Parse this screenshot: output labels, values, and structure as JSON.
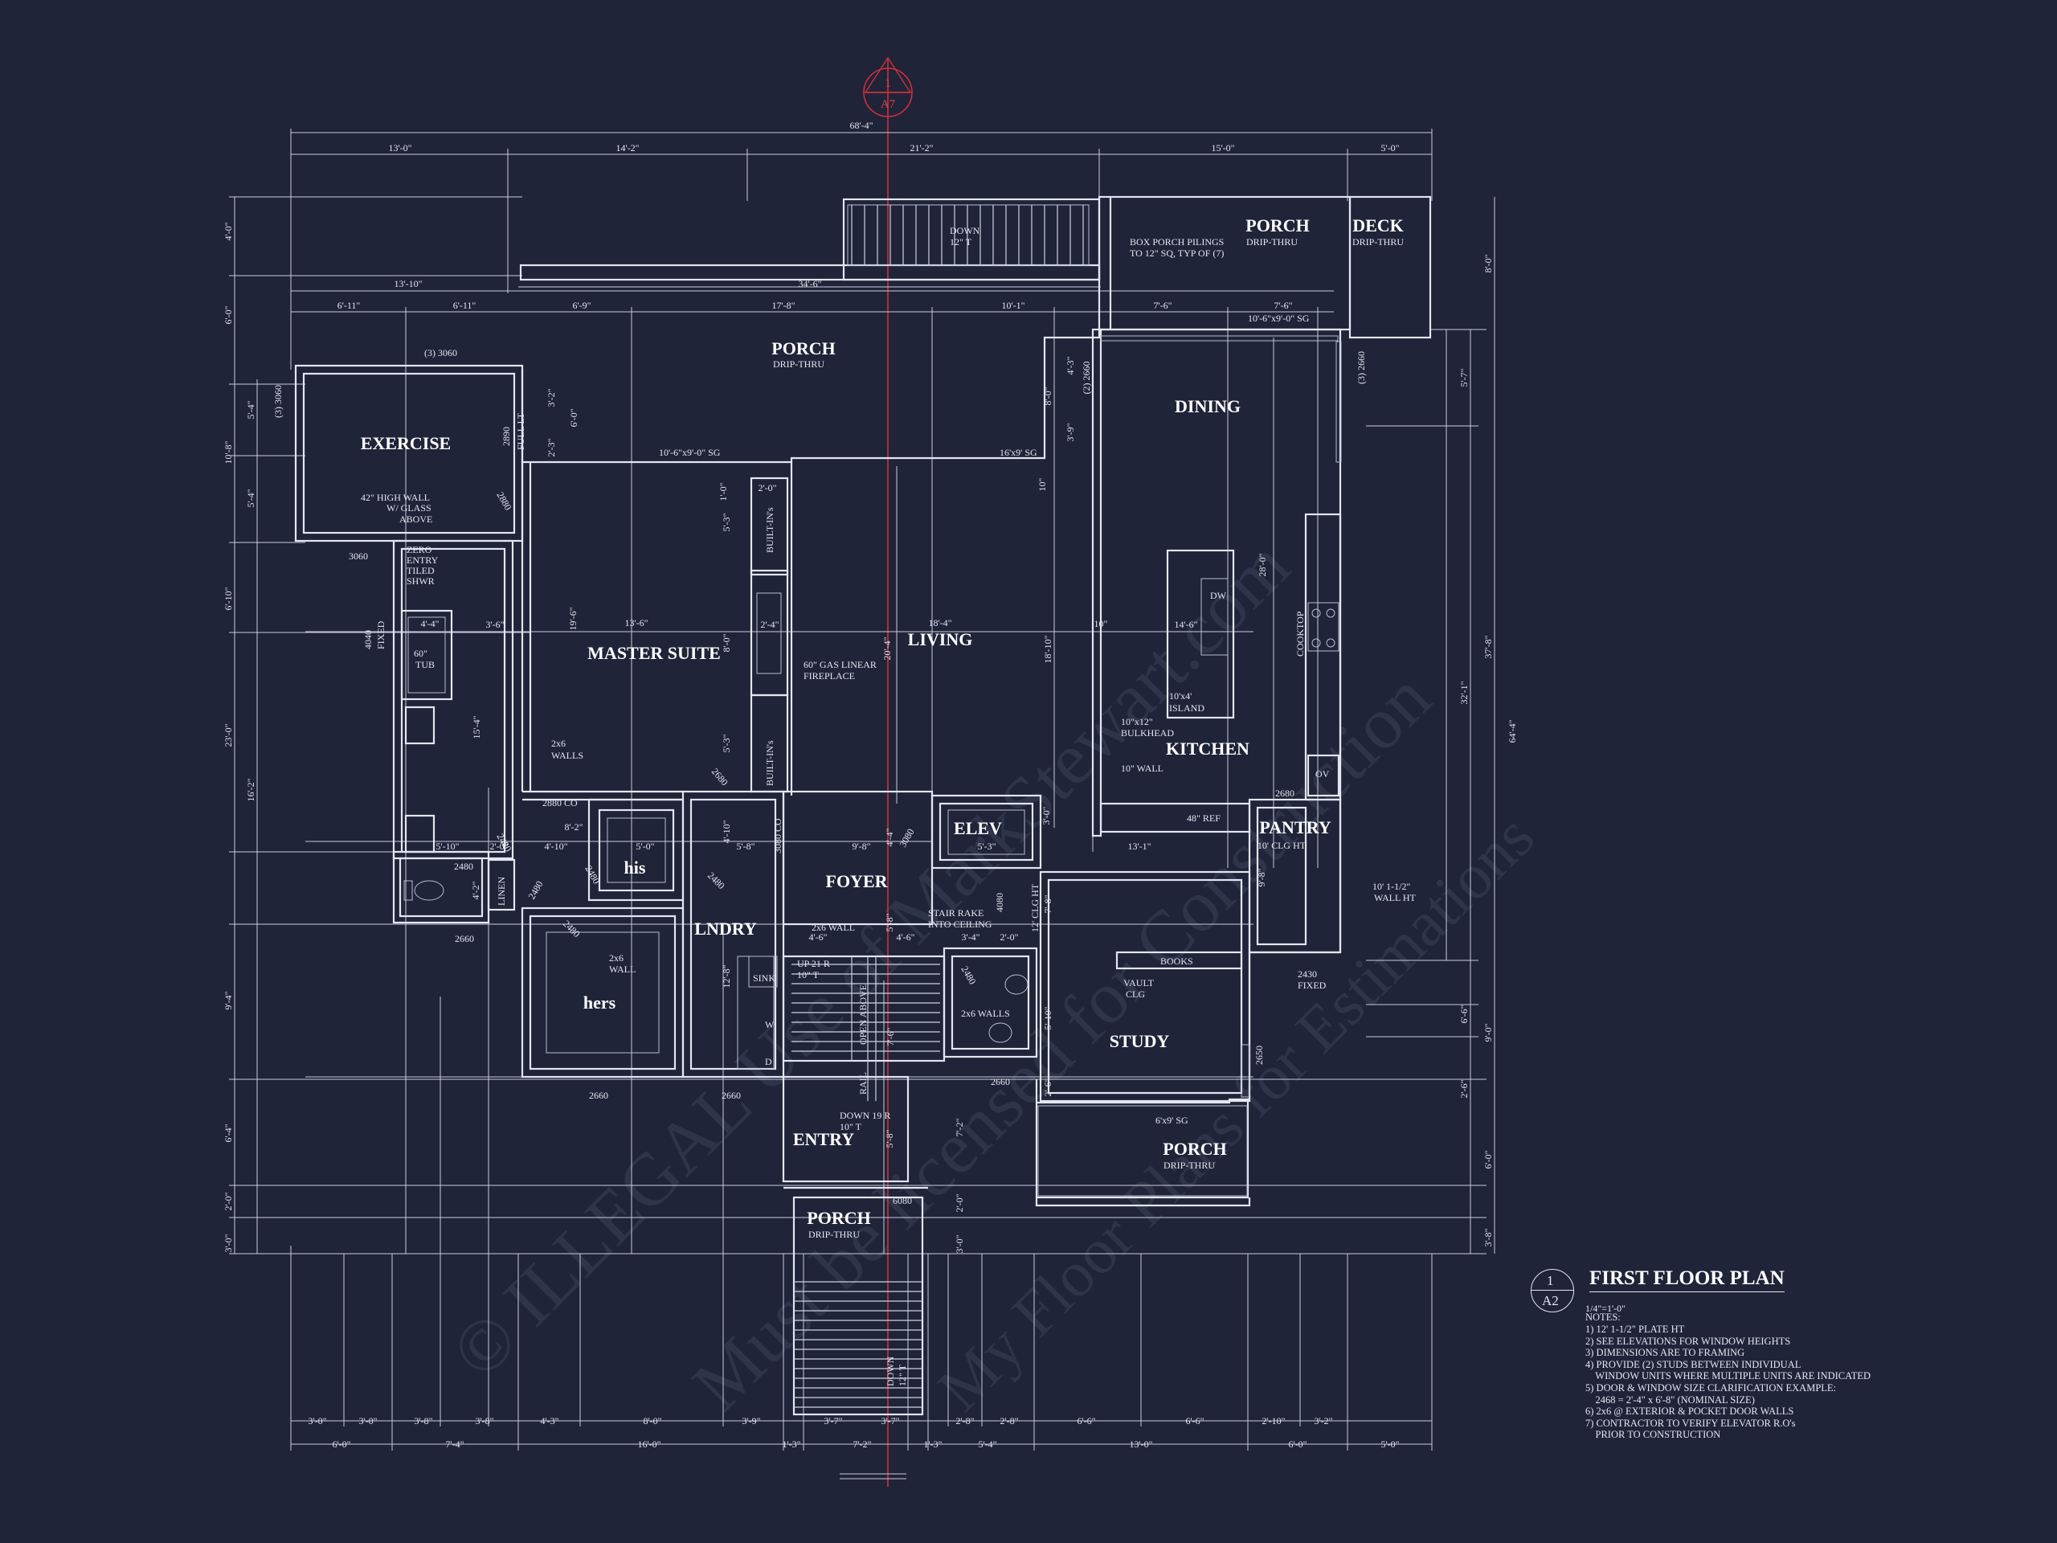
{
  "watermark": {
    "line1": "© ILLEGAL Use of MarkStewart.com",
    "line2": "Must be licensed for Construction",
    "line3": "My Floor Plans for Estimations"
  },
  "section_marker": {
    "number": "1",
    "sheet": "A7"
  },
  "rooms": {
    "porch_top_right": {
      "name": "PORCH",
      "sub": "DRIP-THRU"
    },
    "deck": {
      "name": "DECK",
      "sub": "DRIP-THRU"
    },
    "porch_main": {
      "name": "PORCH",
      "sub": "DRIP-THRU"
    },
    "exercise": {
      "name": "EXERCISE"
    },
    "dining": {
      "name": "DINING"
    },
    "master_suite": {
      "name": "MASTER SUITE"
    },
    "living": {
      "name": "LIVING"
    },
    "kitchen": {
      "name": "KITCHEN"
    },
    "pantry": {
      "name": "PANTRY",
      "sub": "10' CLG HT"
    },
    "elev": {
      "name": "ELEV"
    },
    "foyer": {
      "name": "FOYER"
    },
    "his": {
      "name": "his"
    },
    "hers": {
      "name": "hers"
    },
    "lndry": {
      "name": "LNDRY"
    },
    "study": {
      "name": "STUDY"
    },
    "entry": {
      "name": "ENTRY"
    },
    "porch_entry": {
      "name": "PORCH",
      "sub": "DRIP-THRU"
    },
    "porch_study": {
      "name": "PORCH",
      "sub": "DRIP-THRU"
    }
  },
  "labels": {
    "down_12t": "DOWN",
    "down_12t_b": "12\" T",
    "box_porch_1": "BOX PORCH PILINGS",
    "box_porch_2": "TO 12\" SQ, TYP OF (7)",
    "win_3060_top": "(3) 3060",
    "win_3060_left": "(3) 3060",
    "win_2660_right": "(3) 2660",
    "sg_left": "10'-6\"x9'-0\" SG",
    "sg_right": "16'x9' SG",
    "sg_dining": "10'-6\"x9'-0\" SG",
    "full_lt": "FULL LT",
    "d2890": "2890",
    "d2880": "2880",
    "wall42_1": "42\" HIGH WALL",
    "wall42_2": "W/ GLASS",
    "wall42_3": "ABOVE",
    "w3060": "3060",
    "zero_1": "ZERO",
    "zero_2": "ENTRY",
    "zero_3": "TILED",
    "zero_4": "SHWR",
    "fixed4040_1": "4040",
    "fixed4040_2": "FIXED",
    "tub_1": "60\"",
    "tub_2": "TUB",
    "walls2x6_1": "2x6",
    "walls2x6_2": "WALLS",
    "co2880": "2880 CO",
    "co3080": "3080 CO",
    "builtins_top": "BUILT-IN's",
    "builtins_bot": "BUILT-IN's",
    "fireplace_1": "60\" GAS LINEAR",
    "fireplace_2": "FIREPLACE",
    "dw": "DW",
    "island_1": "10'x4'",
    "island_2": "ISLAND",
    "cooktop": "COOKTOP",
    "bulkhead_1": "10\"x12\"",
    "bulkhead_2": "BULKHEAD",
    "wall10": "10\" WALL",
    "ref": "48\" REF",
    "ov": "OV",
    "d2680": "2680",
    "d3080": "3080",
    "d2480a": "2480",
    "d2480b": "2480",
    "d2480c": "2480",
    "d2480d": "2480",
    "d2480e": "2480",
    "d2480f": "2480",
    "d2480g": "2480",
    "d2680b": "2680",
    "linen": "LINEN",
    "w2660a": "2660",
    "w2660b": "2660",
    "w2660c": "2660",
    "w2660d": "2660",
    "w2650": "2650",
    "wall2x6_his_1": "2x6",
    "wall2x6_his_2": "WALL",
    "wall2x6_lndry": "2x6 WALL",
    "stair_rake_1": "STAIR RAKE",
    "stair_rake_2": "INTO CEILING",
    "d4080": "4080",
    "clg12": "12' CLG HT",
    "up21_1": "UP 21 R",
    "up21_2": "10\" T",
    "sink": "SINK",
    "washer": "W",
    "dryer": "D",
    "open_above": "OPEN ABOVE",
    "rail": "RAIL",
    "walls2x6_bath": "2x6 WALLS",
    "books": "BOOKS",
    "vault_1": "VAULT",
    "vault_2": "CLG",
    "down19_1": "DOWN 19 R",
    "down19_2": "10\" T",
    "sg_study": "6'x9' SG",
    "d6080": "6080",
    "fixed2430_1": "2430",
    "fixed2430_2": "FIXED",
    "wallht_1": "10' 1-1/2\"",
    "wallht_2": "WALL HT",
    "down_bottom": "DOWN",
    "down_bottom_b": "12\" T"
  },
  "dims": {
    "overall_top": "68'-4\"",
    "top_row": [
      "13'-0\"",
      "14'-2\"",
      "21'-2\"",
      "15'-0\"",
      "5'-0\""
    ],
    "row_1310": "13'-10\"",
    "row_346": "34'-6\"",
    "row_b": [
      "6'-11\"",
      "6'-11\"",
      "6'-9\"",
      "17'-8\"",
      "10'-1\"",
      "7'-6\"",
      "7'-6\""
    ],
    "left_outer": [
      "4'-0\"",
      "6'-0\"",
      "10'-8\"",
      "6'-10\"",
      "23'-0\"",
      "9'-4\"",
      "6'-4\"",
      "2'-0\"",
      "3'-0\""
    ],
    "left_inner": [
      "5'-4\"",
      "5'-4\"",
      "16'-2\""
    ],
    "right_outer": [
      "8'-0\"",
      "64'-4\""
    ],
    "right_inner": [
      "5'-7\"",
      "37'-8\"",
      "6'-6\"",
      "9'-0\"",
      "2'-6\"",
      "6'-0\"",
      "3'-8\""
    ],
    "right_mid": [
      "32'-1\"",
      "28'-0\""
    ],
    "bottom_row1": [
      "3'-0\"",
      "3'-0\"",
      "3'-8\"",
      "3'-8\"",
      "4'-3\"",
      "8'-0\"",
      "3'-9\"",
      "3'-7\"",
      "3'-7\"",
      "2'-8\"",
      "2'-8\"",
      "6'-6\"",
      "6'-6\"",
      "2'-10\"",
      "3'-2\""
    ],
    "bottom_row2": [
      "6'-0\"",
      "7'-4\"",
      "16'-0\"",
      "1'-3\"",
      "7'-2\"",
      "1'-3\"",
      "5'-4\"",
      "13'-0\"",
      "6'-0\"",
      "5'-0\""
    ],
    "interior": {
      "ex_32": "3'-2\"",
      "ex_60": "6'-0\"",
      "ex_23": "2'-3\"",
      "ms_136": "13'-6\"",
      "ms_196": "19'-6\"",
      "ms_80": "8'-0\"",
      "ms_154": "15'-4\"",
      "lv_184": "18'-4\"",
      "lv_204": "20'-4\"",
      "lv_53": "5'-3\"",
      "lv_20": "2'-0\"",
      "lv_10": "1'-0\"",
      "lv_24": "2'-4\"",
      "lv_53b": "5'-3\"",
      "k_146": "14'-6\"",
      "k_1810": "18'-10\"",
      "k_10": "10\"",
      "k_10b": "10\"",
      "d_43": "4'-3\"",
      "d_80": "8'-0\"",
      "d_39": "3'-9\"",
      "d_43b": "(2) 2660",
      "his_50": "5'-0\"",
      "his_410": "4'-10\"",
      "his_82": "8'-2\"",
      "his_510": "5'-10\"",
      "his_20": "2'-0\"",
      "his_42": "4'-2\"",
      "ft_98": "9'-8\"",
      "ft_58": "5'-8\"",
      "ft_410": "4'-10\"",
      "ft_44": "4'-4\"",
      "ft_46a": "4'-6\"",
      "ft_46b": "4'-6\"",
      "ft_58b": "5'-8\"",
      "el_53": "5'-3\"",
      "el_131": "13'-1\"",
      "el_30": "3'-0\"",
      "ln_128": "12'-8\"",
      "st_34": "3'-4\"",
      "st_20": "2'-0\"",
      "st_78": "7'-8\"",
      "st_510": "5'-10\"",
      "st_26": "2'-6\"",
      "st_72": "7'-2\"",
      "st_76": "7'-6\"",
      "pn_98": "9'-8\"",
      "en_58": "5'-8\"",
      "en_30": "3'-0\"",
      "en_20": "2'-0\"",
      "tb_44": "4'-4\"",
      "tb_36": "3'-6\""
    }
  },
  "title_block": {
    "number": "1",
    "sheet": "A2",
    "title": "FIRST FLOOR PLAN",
    "scale": "1/4\"=1'-0\"",
    "notes_heading": "NOTES:",
    "notes": [
      "1) 12' 1-1/2\" PLATE HT",
      "2) SEE ELEVATIONS FOR WINDOW HEIGHTS",
      "3) DIMENSIONS ARE TO FRAMING",
      "4) PROVIDE (2) STUDS BETWEEN INDIVIDUAL",
      "    WINDOW UNITS WHERE MULTIPLE UNITS ARE INDICATED",
      "5) DOOR & WINDOW SIZE CLARIFICATION EXAMPLE:",
      "    2468 = 2'-4\" x 6'-8\" (NOMINAL SIZE)",
      "6) 2x6 @ EXTERIOR & POCKET DOOR WALLS",
      "7) CONTRACTOR TO VERIFY ELEVATOR R.O's",
      "    PRIOR TO CONSTRUCTION"
    ]
  },
  "colors": {
    "background": "#1f2439",
    "lines": "#e3e6f0",
    "section_red": "#d0303a"
  }
}
